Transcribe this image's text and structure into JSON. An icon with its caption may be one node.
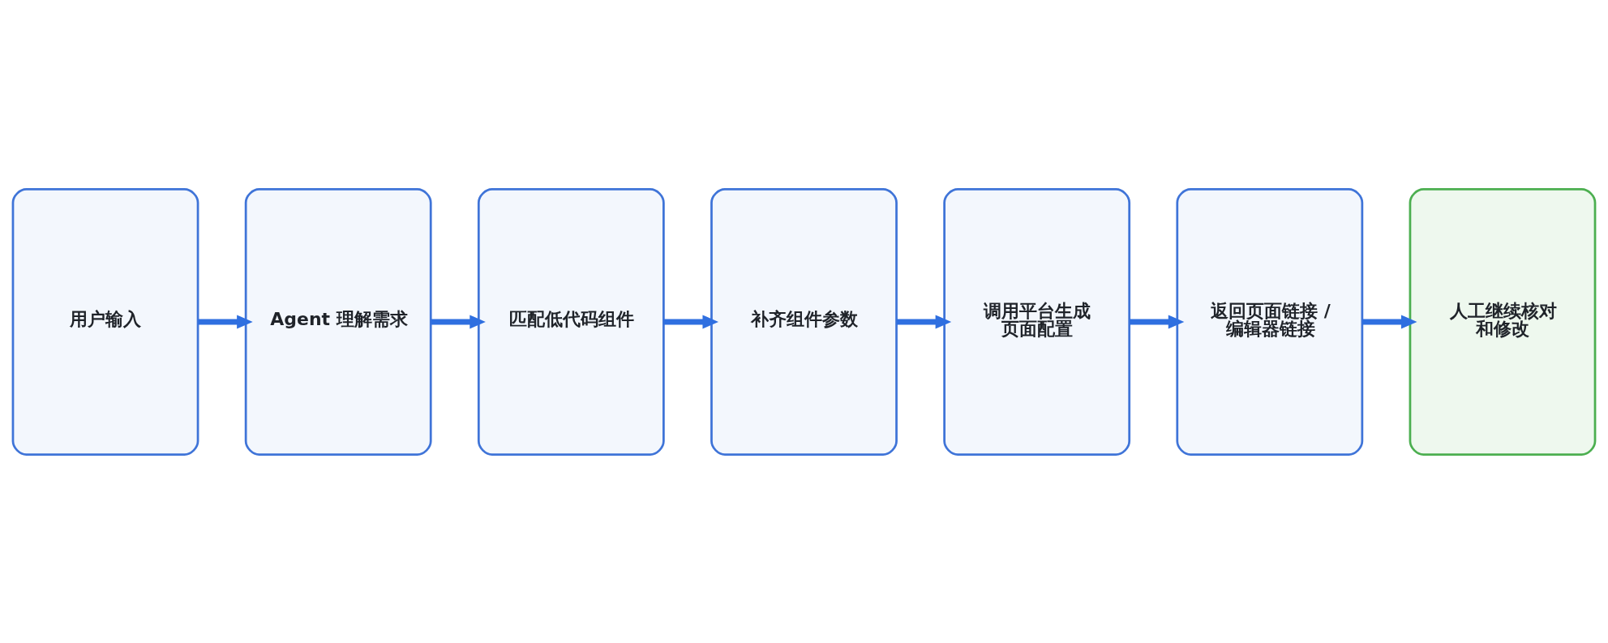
{
  "diagram": {
    "nodes": [
      {
        "text": [
          "用户输入"
        ]
      },
      {
        "text": [
          "Agent 理解需求"
        ]
      },
      {
        "text": [
          "匹配低代码组件"
        ]
      },
      {
        "text": [
          "补齐组件参数"
        ]
      },
      {
        "text": [
          "调用平台生成页面配置"
        ]
      },
      {
        "text": [
          "返回页面链接 / 编辑器链接"
        ]
      },
      {
        "text": [
          "人工继续核对和修改"
        ]
      }
    ],
    "edges": [
      {
        "from": 0,
        "to": 1,
        "arrow": "to"
      },
      {
        "from": 1,
        "to": 2,
        "arrow": "to"
      },
      {
        "from": 2,
        "to": 3,
        "arrow": "to"
      },
      {
        "from": 3,
        "to": 4,
        "arrow": "to"
      },
      {
        "from": 4,
        "to": 5,
        "arrow": "to"
      },
      {
        "from": 5,
        "to": 6,
        "arrow": "to"
      }
    ]
  }
}
